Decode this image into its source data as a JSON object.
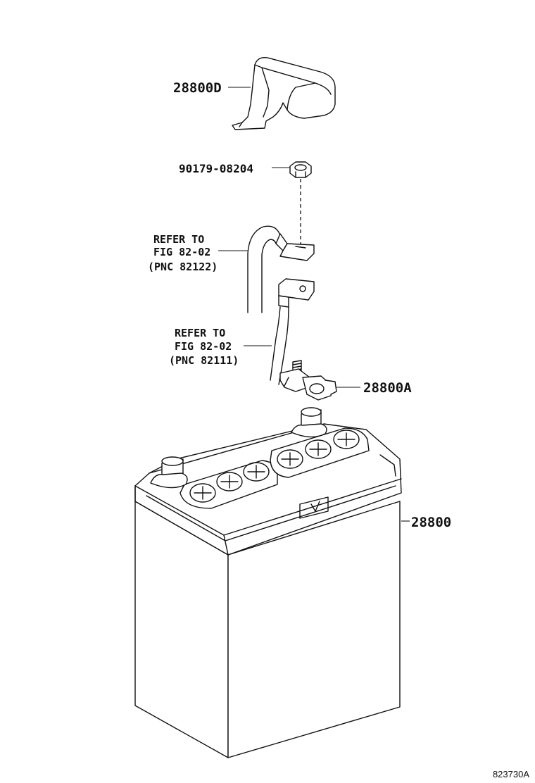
{
  "callouts": {
    "cover": "28800D",
    "nut": "90179-08204",
    "clamp": "28800A",
    "battery": "28800"
  },
  "references": {
    "ref_upper": {
      "line1": "REFER TO",
      "line2": "FIG 82-02",
      "line3": "(PNC 82122)"
    },
    "ref_lower": {
      "line1": "REFER TO",
      "line2": "FIG 82-02",
      "line3": "(PNC 82111)"
    }
  },
  "figure_id": "823730A"
}
